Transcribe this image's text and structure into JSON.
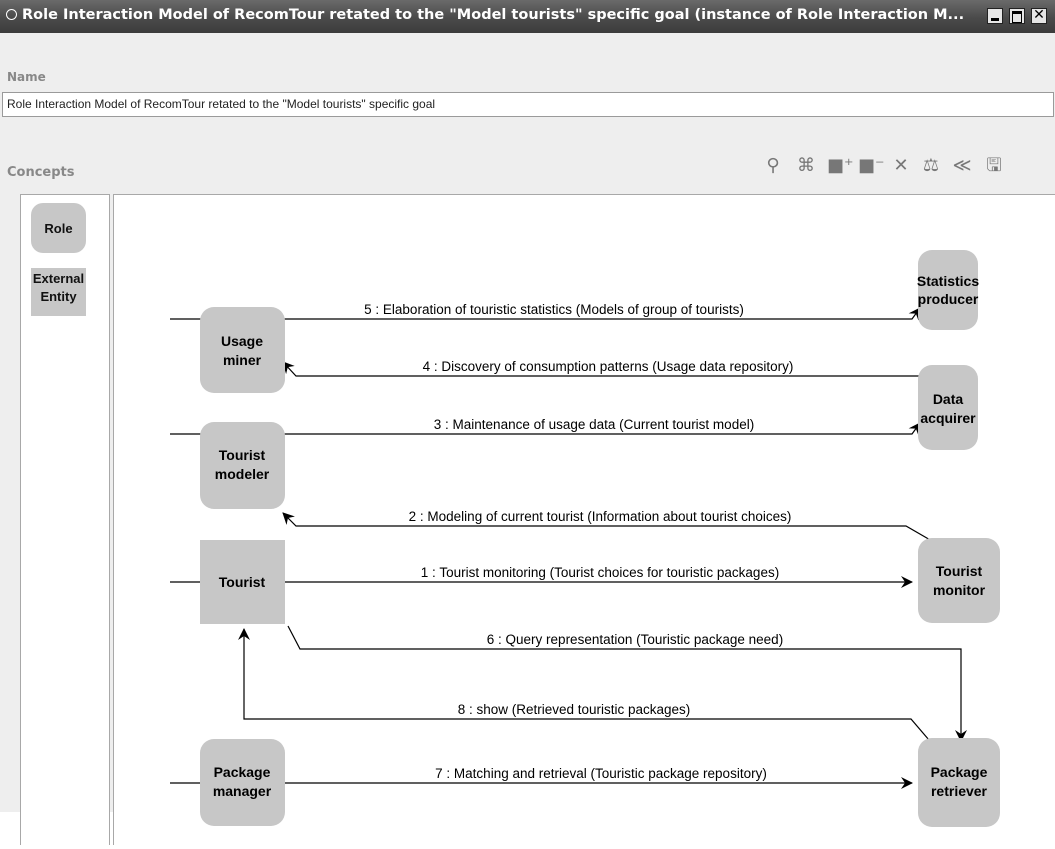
{
  "window": {
    "title": "Role Interaction Model of RecomTour retated to the \"Model tourists\" specific goal  (instance of Role Interaction M...",
    "minimize_icon": "minimize-icon",
    "maximize_icon": "maximize-icon",
    "close_icon": "close-icon",
    "close_glyph": "✕"
  },
  "name_section": {
    "label": "Name",
    "value": "Role Interaction Model of RecomTour retated to the \"Model tourists\" specific goal"
  },
  "concepts": {
    "label": "Concepts",
    "role": "Role",
    "external_entity_line1": "External",
    "external_entity_line2": "Entity"
  },
  "toolbar": [
    {
      "name": "search-node-icon",
      "glyph": "⚲"
    },
    {
      "name": "fit-diagram-icon",
      "glyph": "⌘"
    },
    {
      "name": "zoom-in-icon",
      "glyph": "■⁺"
    },
    {
      "name": "zoom-out-icon",
      "glyph": "■⁻"
    },
    {
      "name": "delete-icon",
      "glyph": "✕"
    },
    {
      "name": "layout-tree-icon",
      "glyph": "⚖"
    },
    {
      "name": "export-icon",
      "glyph": "≪"
    },
    {
      "name": "save-icon",
      "glyph": "🖫"
    }
  ],
  "diagram": {
    "nodes": {
      "statistics_producer": [
        "Statistics",
        "producer"
      ],
      "usage_miner": [
        "Usage",
        "miner"
      ],
      "data_acquirer": [
        "Data",
        "acquirer"
      ],
      "tourist_modeler": [
        "Tourist",
        "modeler"
      ],
      "tourist": [
        "Tourist"
      ],
      "tourist_monitor": [
        "Tourist",
        "monitor"
      ],
      "package_manager": [
        "Package",
        "manager"
      ],
      "package_retriever": [
        "Package",
        "retriever"
      ]
    },
    "edges": {
      "e5": "5 : Elaboration of touristic statistics (Models of group of tourists)",
      "e4": "4 : Discovery of consumption patterns (Usage data repository)",
      "e3": "3 : Maintenance of usage data (Current tourist model)",
      "e2": "2 : Modeling of current tourist (Information about tourist choices)",
      "e1": "1 : Tourist monitoring  (Tourist choices for touristic packages)",
      "e6": "6 : Query representation (Touristic package need)",
      "e8": "8 : show (Retrieved touristic packages)",
      "e7": "7 : Matching and retrieval (Touristic package repository)"
    },
    "colors": {
      "node_fill": "#c7c7c7",
      "edge": "#000000"
    }
  }
}
